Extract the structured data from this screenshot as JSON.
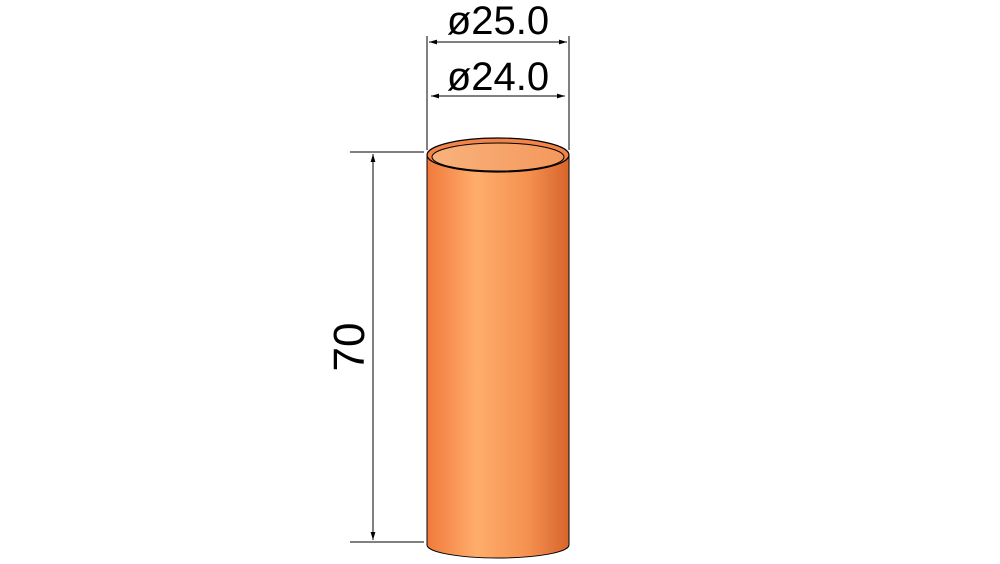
{
  "drawing": {
    "dimensions": {
      "outer_diameter": "ø25.0",
      "inner_diameter": "ø24.0",
      "length": "70"
    },
    "colors": {
      "tube_mid": "#f08a4b",
      "tube_highlight": "#ffb070",
      "tube_shadow": "#d9672e",
      "tube_inner": "#f5a06a",
      "line": "#000000",
      "background": "#ffffff"
    }
  }
}
